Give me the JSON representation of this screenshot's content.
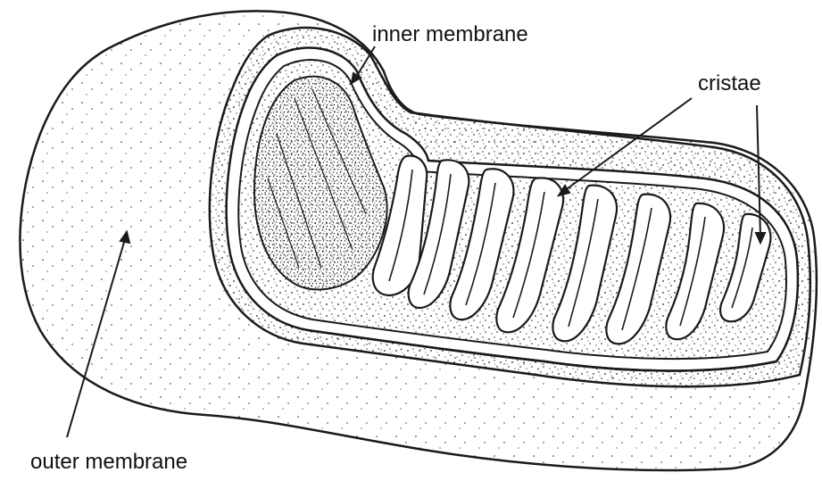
{
  "diagram": {
    "subject": "mitochondrion cutaway",
    "labels": {
      "inner_membrane": "inner membrane",
      "cristae": "cristae",
      "outer_membrane": "outer membrane"
    },
    "colors": {
      "ink": "#1a1a1a",
      "background": "#ffffff",
      "membrane_fill": "#ffffff"
    }
  }
}
